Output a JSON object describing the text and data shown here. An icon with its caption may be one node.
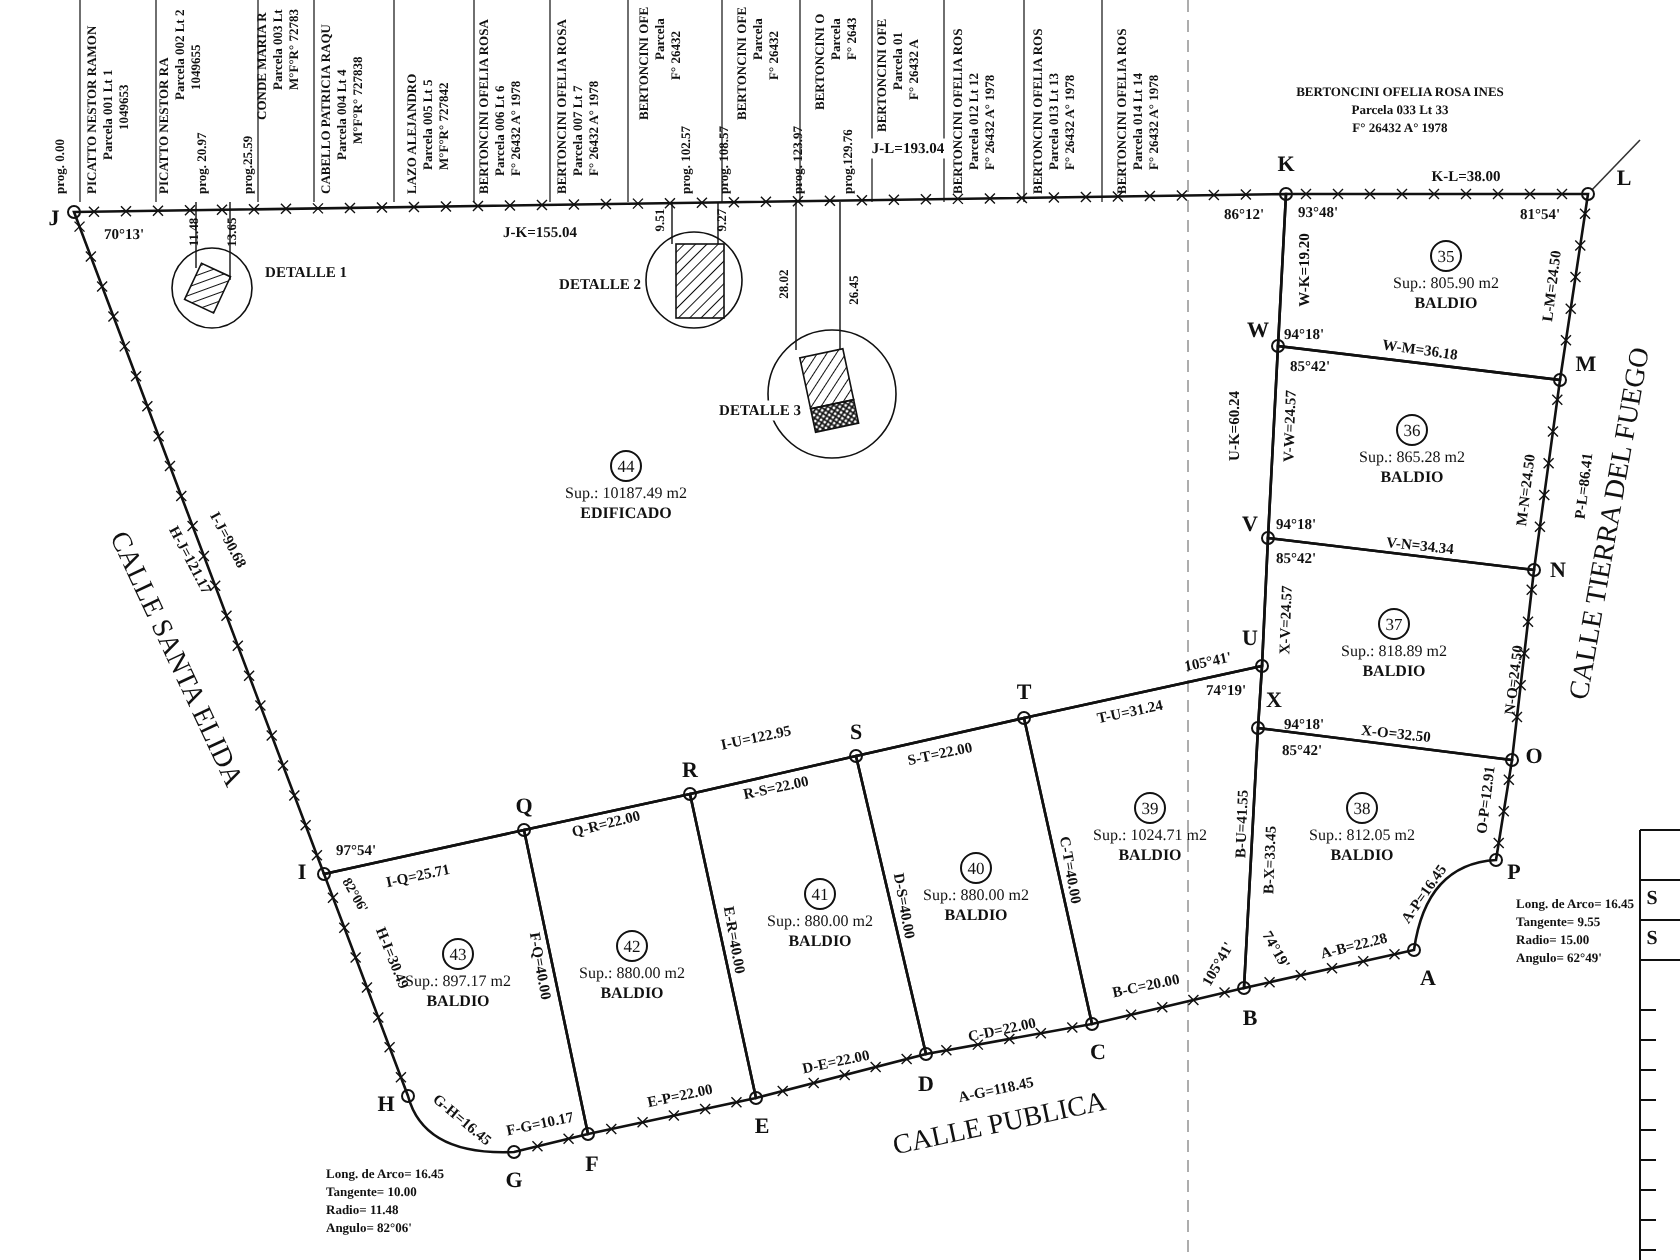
{
  "diagram": {
    "nodes": [
      {
        "text": [
          "44",
          "Sup.: 10187.49 m2",
          "EDIFICADO"
        ]
      },
      {
        "text": [
          "35",
          "Sup.: 805.90 m2",
          "BALDIO"
        ]
      },
      {
        "text": [
          "36",
          "Sup.: 865.28 m2",
          "BALDIO"
        ]
      },
      {
        "text": [
          "37",
          "Sup.: 818.89 m2",
          "BALDIO"
        ]
      },
      {
        "text": [
          "38",
          "Sup.: 812.05 m2",
          "BALDIO"
        ]
      },
      {
        "text": [
          "39",
          "Sup.: 1024.71 m2",
          "BALDIO"
        ]
      },
      {
        "text": [
          "40",
          "Sup.: 880.00 m2",
          "BALDIO"
        ]
      },
      {
        "text": [
          "41",
          "Sup.: 880.00 m2",
          "BALDIO"
        ]
      },
      {
        "text": [
          "42",
          "Sup.: 880.00 m2",
          "BALDIO"
        ]
      },
      {
        "text": [
          "43",
          "Sup.: 897.17 m2",
          "BALDIO"
        ]
      }
    ],
    "edges": [],
    "labels": [
      "PICATTO NESTOR RAMON",
      "Parcela 001 Lt 1",
      "1049653",
      "PICATTO NESTOR RA",
      "Parcela 002 Lt 2",
      "1049655",
      "CONDE MARIA R",
      "Parcela 003 Lt",
      "M°F°R° 72783",
      "CABELLO PATRICIA RAQU",
      "Parcela 004 Lt 4",
      "M°F°R° 727838",
      "LAZO ALEJANDRO",
      "Parcela 005 Lt 5",
      "M°F°R° 727842",
      "BERTONCINI OFELIA ROSA",
      "Parcela 006 Lt 6",
      "F° 26432 A° 1978",
      "BERTONCINI OFELIA ROSA",
      "Parcela 007 Lt 7",
      "F° 26432 A° 1978",
      "BERTONCINI OFE",
      "Parcela",
      "F° 26432",
      "BERTONCINI OFE",
      "Parcela",
      "F° 26432",
      "BERTONCINI O",
      "Parcela",
      "F° 2643",
      "BERTONCINI OFE",
      "Parcela 01",
      "F° 26432 A",
      "BERTONCINI OFELIA ROS",
      "Parcela 012 Lt 12",
      "F° 26432 A° 1978",
      "BERTONCINI OFELIA ROS",
      "Parcela 013 Lt 13",
      "F° 26432 A° 1978",
      "BERTONCINI OFELIA ROS",
      "Parcela 014 Lt 14",
      "F° 26432 A° 1978",
      "BERTONCINI OFELIA ROSA INES",
      "Parcela 033 Lt 33",
      "F° 26432 A° 1978",
      "prog. 0.00",
      "prog. 20.97",
      "prog.25.59",
      "prog. 102.57",
      "prog. 108.57",
      "prog. 123.97",
      "prog.129.76",
      "J-L=193.04",
      "J",
      "K",
      "L",
      "W",
      "M",
      "V",
      "N",
      "U",
      "X",
      "O",
      "T",
      "S",
      "R",
      "Q",
      "I",
      "P",
      "A",
      "B",
      "C",
      "D",
      "E",
      "F",
      "H",
      "G",
      "70°13'",
      "J-K=155.04",
      "86°12'",
      "93°48'",
      "K-L=38.00",
      "81°54'",
      "W-K=19.20",
      "L-M=24.50",
      "94°18'",
      "W-M=36.18",
      "85°42'",
      "U-K=60.24",
      "V-W=24.57",
      "M-N=24.50",
      "P-L=86.41",
      "94°18'",
      "V-N=34.34",
      "85°42'",
      "X-V=24.57",
      "N-O=24.50",
      "105°41'",
      "74°19'",
      "T-U=31.24",
      "94°18'",
      "X-O=32.50",
      "85°42'",
      "B-U=41.55",
      "B-X=33.45",
      "O-P=12.91",
      "A-P=16.45",
      "A-B=22.28",
      "105°41'",
      "74°19'",
      "B-C=20.00",
      "C-T=40.00",
      "C-D=22.00",
      "A-G=118.45",
      "D-S=40.00",
      "D-E=22.00",
      "E-R=40.00",
      "E-P=22.00",
      "F-Q=40.00",
      "F-G=10.17",
      "G-H=16.45",
      "H-I=30.49",
      "82°06'",
      "I-Q=25.71",
      "97°54'",
      "Q-R=22.00",
      "I-U=122.95",
      "R-S=22.00",
      "S-T=22.00",
      "I-J=90.68",
      "H-J=121.17",
      "11.48",
      "13.65",
      "DETALLE 1",
      "9.51",
      "9.27",
      "DETALLE 2",
      "28.02",
      "26.45",
      "DETALLE 3",
      "CALLE SANTA ELIDA",
      "CALLE PUBLICA",
      "CALLE TIERRA DEL FUEGO",
      "Long. de Arco= 16.45",
      "Tangente= 10.00",
      "Radio= 11.48",
      "Angulo= 82°06'",
      "Long. de Arco= 16.45",
      "Tangente= 9.55",
      "Radio= 15.00",
      "Angulo= 62°49'",
      "S",
      "S"
    ]
  }
}
